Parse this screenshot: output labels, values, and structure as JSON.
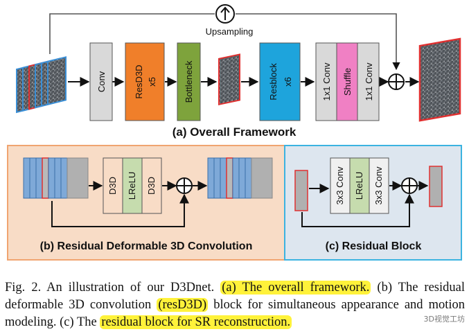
{
  "figure": {
    "upsampling_label": "Upsampling",
    "overall_blocks": {
      "conv": "Conv",
      "resd3d": "ResD3D",
      "resd3d_count": "x5",
      "bottleneck": "Bottleneck",
      "resblock": "Resblock",
      "resblock_count": "x6",
      "conv1x1_a": "1x1 Conv",
      "shuffle": "Shuffle",
      "conv1x1_b": "1x1 Conv"
    },
    "caption_a": "(a) Overall Framework",
    "panel_b": {
      "d3d_1": "D3D",
      "lrelu": "LReLU",
      "d3d_2": "D3D",
      "caption": "(b) Residual Deformable 3D Convolution"
    },
    "panel_c": {
      "conv_1": "3x3 Conv",
      "lrelu": "LReLU",
      "conv_2": "3x3 Conv",
      "caption": "(c) Residual Block"
    }
  },
  "caption": {
    "p1": "Fig. 2.   An illustration of our D3Dnet. ",
    "h1": "(a) The overall framework.",
    "p2": " (b) The residual deformable 3D convolution ",
    "h2": "(resD3D)",
    "p3": " block for simultaneous appearance and motion modeling. (c) The ",
    "h3": "residual block for SR reconstruction."
  },
  "watermark": "3D视觉工坊",
  "colors": {
    "conv": "#d9d9d9",
    "resd3d": "#f07f2a",
    "bottleneck": "#7ea33c",
    "resblock": "#1ea4dc",
    "shuffle": "#f080c4",
    "panel_b_bg": "#f8dcc6",
    "panel_b_border": "#f0a470",
    "panel_c_bg": "#dde6ef",
    "panel_c_border": "#3bb3e0",
    "highlight": "#fff23a"
  }
}
